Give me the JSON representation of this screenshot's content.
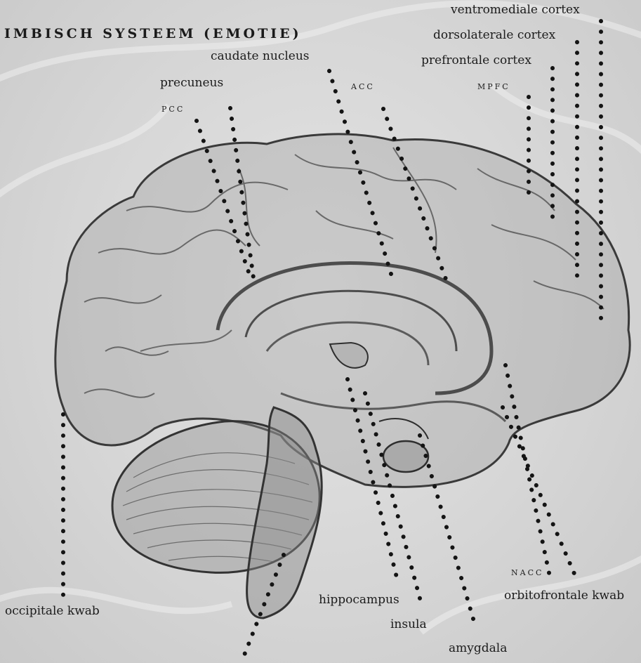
{
  "title": "IMBISCH SYSTEEM (EMOTIE)",
  "labels": {
    "ventromedial": "ventromediale cortex",
    "dorsolateral": "dorsolaterale cortex",
    "prefrontal": "prefrontale cortex",
    "caudate": "caudate nucleus",
    "precuneus": "precuneus",
    "pcc": "PCC",
    "acc": "ACC",
    "mpfc": "MPFC",
    "occipital": "occipitale kwab",
    "hippocampus": "hippocampus",
    "insula": "insula",
    "amygdala": "amygdala",
    "nacc": "NACC",
    "orbitofrontal": "orbitofrontale kwab"
  }
}
